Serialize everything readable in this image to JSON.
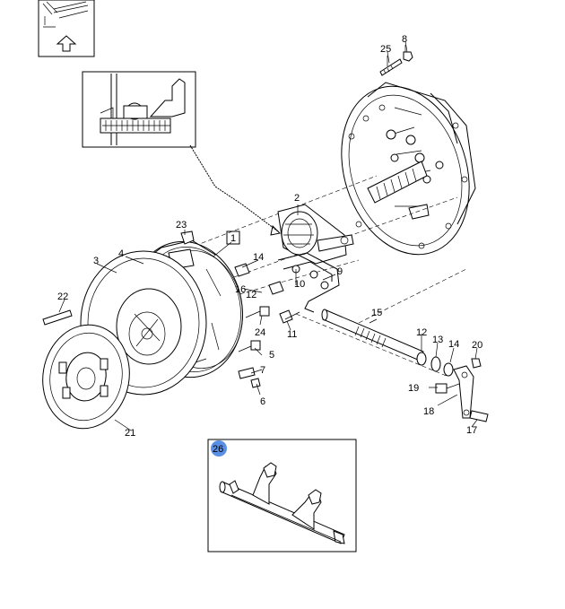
{
  "diagram": {
    "labels": {
      "p1": "1",
      "p2": "2",
      "p3": "3",
      "p4": "4",
      "p5": "5",
      "p6": "6",
      "p7": "7",
      "p8": "8",
      "p9": "9",
      "p10": "10",
      "p11": "11",
      "p12a": "12",
      "p12b": "12",
      "p13": "13",
      "p14a": "14",
      "p14b": "14",
      "p15": "15",
      "p16": "16",
      "p17": "17",
      "p18": "18",
      "p19": "19",
      "p20": "20",
      "p21": "21",
      "p22": "22",
      "p23": "23",
      "p24": "24",
      "p25": "25",
      "p26": "26"
    },
    "colors": {
      "line": "#000000",
      "background": "#ffffff",
      "badge": "#5b8fe6"
    },
    "icons": [
      "up-arrow-icon",
      "clutch-disc-icon",
      "pressure-plate-icon",
      "release-bearing-icon",
      "gearbox-housing-icon",
      "release-fork-shaft-icon"
    ]
  }
}
